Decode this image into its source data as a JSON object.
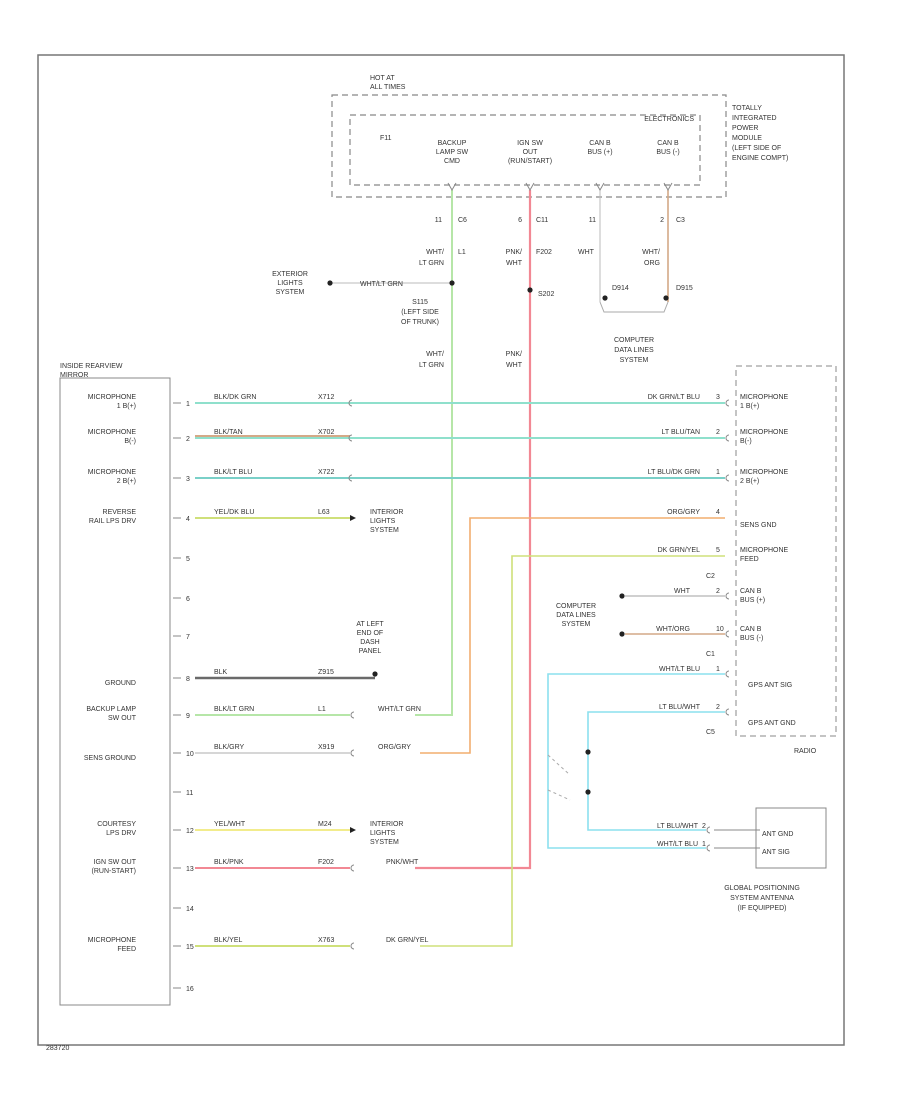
{
  "tipm": {
    "hot_label": [
      "HOT AT",
      "ALL TIMES"
    ],
    "electronics": "ELECTRONICS",
    "fuse": "F11",
    "pins": [
      {
        "label": [
          "BACKUP",
          "LAMP SW",
          "CMD"
        ]
      },
      {
        "label": [
          "IGN SW",
          "OUT",
          "(RUN/START)"
        ]
      },
      {
        "label": [
          "CAN B",
          "BUS (+)"
        ]
      },
      {
        "label": [
          "CAN B",
          "BUS (-)"
        ]
      }
    ],
    "module_label": [
      "TOTALLY",
      "INTEGRATED",
      "POWER",
      "MODULE",
      "(LEFT SIDE OF",
      "ENGINE COMPT)"
    ]
  },
  "top_wires": {
    "w1": {
      "pin": "11",
      "conn": "C6",
      "color_lines": [
        "WHT/",
        "LT GRN"
      ],
      "circuit": "L1"
    },
    "w2": {
      "pin": "6",
      "conn": "C11",
      "color_lines": [
        "PNK/",
        "WHT"
      ],
      "circuit": "F202"
    },
    "w3": {
      "pin": "11",
      "color": "WHT"
    },
    "w4": {
      "pin": "2",
      "conn": "C3",
      "color_lines": [
        "WHT/",
        "ORG"
      ]
    },
    "splice_label": "S202",
    "d914": "D914",
    "d915": "D915"
  },
  "exterior_lights": [
    "EXTERIOR",
    "LIGHTS",
    "SYSTEM"
  ],
  "ext_wire_label": "WHT/LT GRN",
  "s115": [
    "S115",
    "(LEFT SIDE",
    "OF TRUNK)"
  ],
  "mid_labels": {
    "left": [
      "WHT/",
      "LT GRN"
    ],
    "right": [
      "PNK/",
      "WHT"
    ]
  },
  "computer_top": [
    "COMPUTER",
    "DATA LINES",
    "SYSTEM"
  ],
  "mirror": {
    "title": [
      "INSIDE REARVIEW",
      "MIRROR"
    ],
    "pins": [
      {
        "num": "1",
        "label": [
          "MICROPHONE",
          "1 B(+)"
        ]
      },
      {
        "num": "2",
        "label": [
          "MICROPHONE",
          "B(-)"
        ]
      },
      {
        "num": "3",
        "label": [
          "MICROPHONE",
          "2 B(+)"
        ]
      },
      {
        "num": "4",
        "label": [
          "REVERSE",
          "RAIL LPS DRV"
        ]
      },
      {
        "num": "5",
        "label": []
      },
      {
        "num": "6",
        "label": []
      },
      {
        "num": "7",
        "label": []
      },
      {
        "num": "8",
        "label": [
          "GROUND"
        ]
      },
      {
        "num": "9",
        "label": [
          "BACKUP LAMP",
          "SW OUT"
        ]
      },
      {
        "num": "10",
        "label": [
          "SENS GROUND"
        ]
      },
      {
        "num": "11",
        "label": []
      },
      {
        "num": "12",
        "label": [
          "COURTESY",
          "LPS DRV"
        ]
      },
      {
        "num": "13",
        "label": [
          "IGN SW OUT",
          "(RUN-START)"
        ]
      },
      {
        "num": "14",
        "label": []
      },
      {
        "num": "15",
        "label": [
          "MICROPHONE",
          "FEED"
        ]
      },
      {
        "num": "16",
        "label": []
      }
    ]
  },
  "wires": {
    "mic1": {
      "left": "BLK/DK GRN",
      "circuit": "X712",
      "right": "DK GRN/LT BLU",
      "rpin": "3"
    },
    "mic_neg": {
      "left": "BLK/TAN",
      "circuit": "X702",
      "right": "LT BLU/TAN",
      "rpin": "2"
    },
    "mic2": {
      "left": "BLK/LT BLU",
      "circuit": "X722",
      "right": "LT BLU/DK GRN",
      "rpin": "1"
    },
    "reverse": {
      "color": "YEL/DK BLU",
      "circuit": "L63"
    },
    "sens": {
      "rcolor": "ORG/GRY",
      "rpin": "4"
    },
    "feed": {
      "rcolor": "DK GRN/YEL",
      "rpin": "5"
    },
    "ground": {
      "color": "BLK",
      "circuit": "Z915"
    },
    "backup": {
      "color": "BLK/LT GRN",
      "circuit": "L1",
      "right": "WHT/LT GRN"
    },
    "sensgnd": {
      "color": "BLK/GRY",
      "circuit": "X919",
      "right": "ORG/GRY"
    },
    "courtesy": {
      "color": "YEL/WHT",
      "circuit": "M24"
    },
    "ign": {
      "color": "BLK/PNK",
      "circuit": "F202",
      "right": "PNK/WHT"
    },
    "micfeed": {
      "color": "BLK/YEL",
      "circuit": "X763",
      "right": "DK GRN/YEL"
    }
  },
  "interior_lights_1": [
    "INTERIOR",
    "LIGHTS",
    "SYSTEM"
  ],
  "interior_lights_2": [
    "INTERIOR",
    "LIGHTS",
    "SYSTEM"
  ],
  "ground_loc": [
    "AT LEFT",
    "END OF",
    "DASH",
    "PANEL"
  ],
  "radio": {
    "pins": [
      {
        "label": [
          "MICROPHONE",
          "1 B(+)"
        ]
      },
      {
        "label": [
          "MICROPHONE",
          "B(-)"
        ]
      },
      {
        "label": [
          "MICROPHONE",
          "2 B(+)"
        ]
      },
      {
        "label": [
          "SENS GND"
        ]
      },
      {
        "label": [
          "MICROPHONE",
          "FEED"
        ]
      }
    ],
    "c2": "C2",
    "can_wires": [
      {
        "color": "WHT",
        "pin": "2",
        "label": [
          "CAN B",
          "BUS (+)"
        ]
      },
      {
        "color": "WHT/ORG",
        "pin": "10",
        "label": [
          "CAN B",
          "BUS (-)"
        ]
      }
    ],
    "c1": "C1",
    "gps": [
      {
        "color": "WHT/LT BLU",
        "pin": "1",
        "label": "GPS ANT SIG"
      },
      {
        "color": "LT BLU/WHT",
        "pin": "2",
        "label": "GPS ANT GND"
      }
    ],
    "c5": "C5",
    "name": "RADIO"
  },
  "computer_mid": [
    "COMPUTER",
    "DATA LINES",
    "SYSTEM"
  ],
  "antenna": {
    "rows": [
      {
        "color": "LT BLU/WHT",
        "pin": "2",
        "label": "ANT GND"
      },
      {
        "color": "WHT/LT BLU",
        "pin": "1",
        "label": "ANT SIG"
      }
    ],
    "title": [
      "GLOBAL POSITIONING",
      "SYSTEM ANTENNA",
      "(IF EQUIPPED)"
    ]
  },
  "footer": "283720",
  "colors": {
    "green": "#b6e6a8",
    "teal": "#8fe0cc",
    "tan": "#d4a987",
    "blue_green": "#7ad0c8",
    "yellow_green": "#cfe07a",
    "orange": "#f2ad6f",
    "pink": "#f28894",
    "yellow": "#f2ec8c",
    "cyan": "#8ce0ee",
    "ground": "#6a6a6a"
  }
}
